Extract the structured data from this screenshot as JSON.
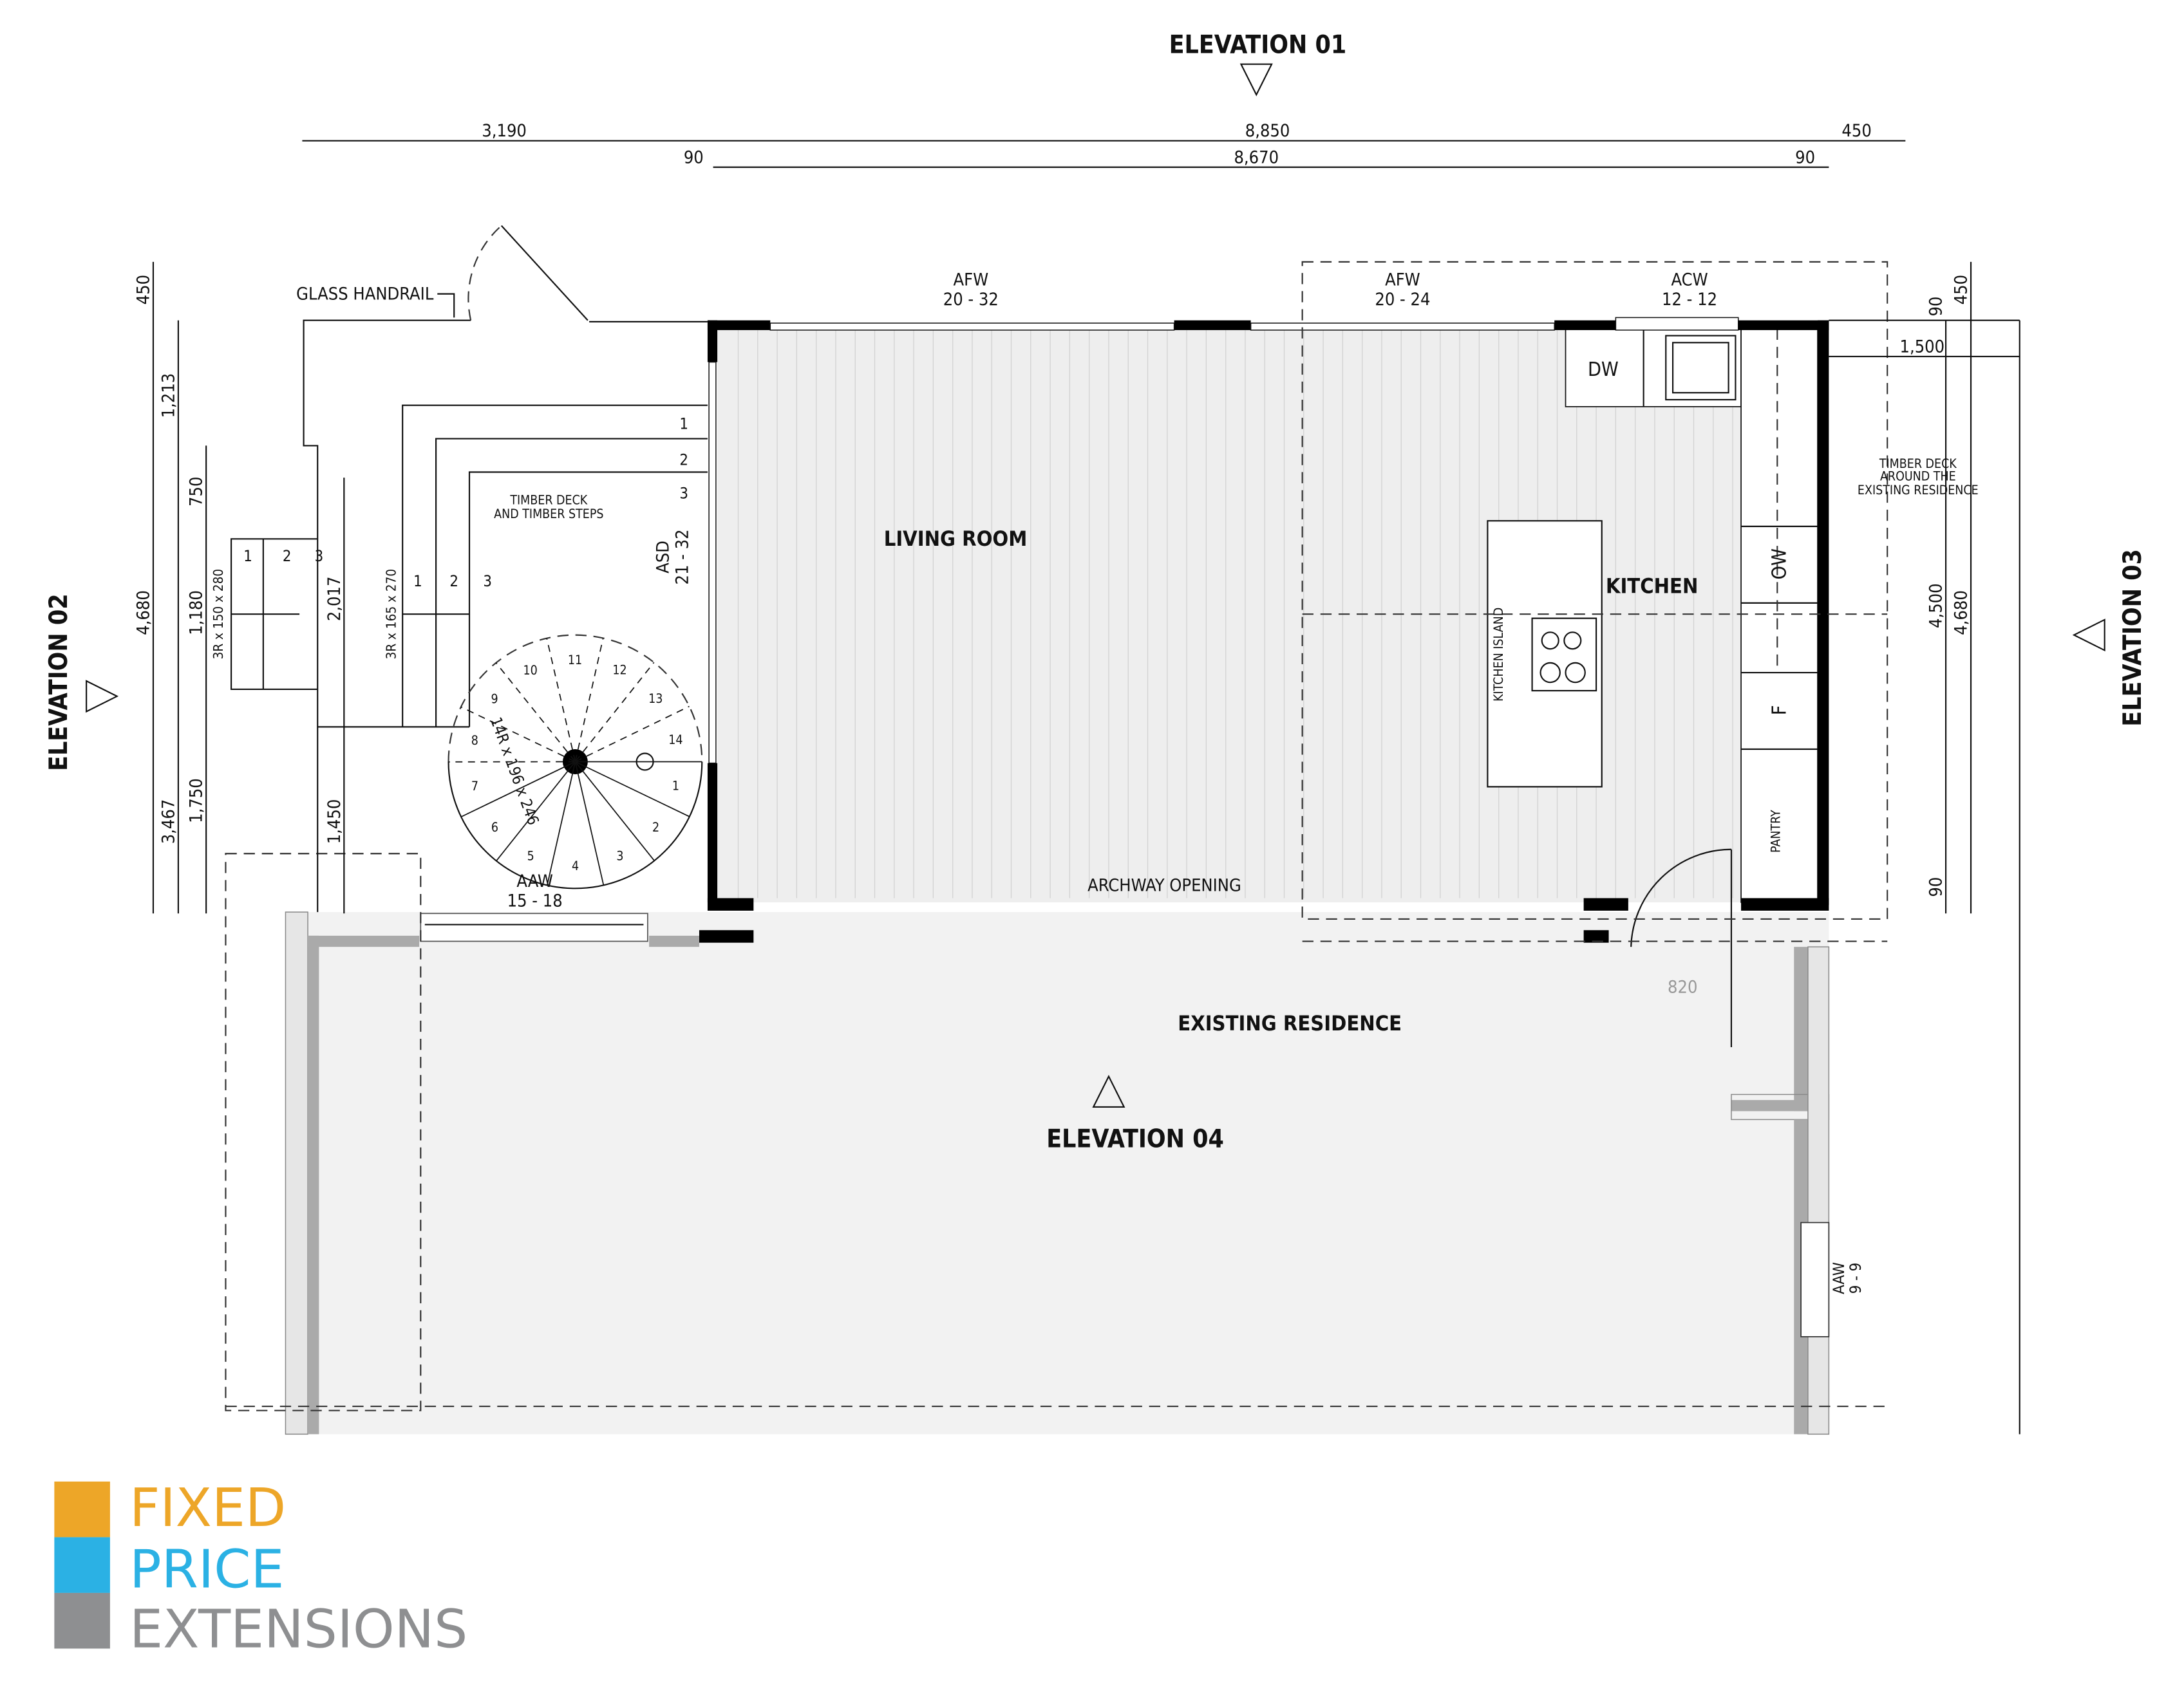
{
  "elevations": {
    "e01": "ELEVATION 01",
    "e02": "ELEVATION 02",
    "e03": "ELEVATION 03",
    "e04": "ELEVATION 04"
  },
  "dimensions": {
    "top_row1": [
      "3,190",
      "8,850",
      "450"
    ],
    "top_row2": [
      "90",
      "8,670",
      "90"
    ],
    "left": [
      "450",
      "4,680",
      "1,213",
      "3,467",
      "750",
      "1,180",
      "1,750",
      "2,017",
      "1,450"
    ],
    "right": [
      "90",
      "4,500",
      "90",
      "450",
      "4,680",
      "1,500"
    ]
  },
  "windows": {
    "afw1": {
      "type": "AFW",
      "size": "20 - 32"
    },
    "afw2": {
      "type": "AFW",
      "size": "20 - 24"
    },
    "acw": {
      "type": "ACW",
      "size": "12 - 12"
    },
    "asd": {
      "type": "ASD",
      "size": "21 - 32"
    },
    "aaw1": {
      "type": "AAW",
      "size": "15 - 18"
    },
    "aaw2": {
      "type": "AAW",
      "size": "9 - 9"
    }
  },
  "rooms": {
    "living": "LIVING ROOM",
    "kitchen": "KITCHEN",
    "existing": "EXISTING RESIDENCE",
    "archway": "ARCHWAY OPENING",
    "island": "KITCHEN ISLAND",
    "dw": "DW",
    "ow": "OW",
    "f": "F",
    "pantry": "PANTRY",
    "door_width": "820"
  },
  "notes": {
    "glass_handrail": "GLASS HANDRAIL",
    "timber_deck_1": "TIMBER DECK",
    "timber_deck_2": "AND TIMBER STEPS",
    "deck_around_1": "TIMBER DECK",
    "deck_around_2": "AROUND THE",
    "deck_around_3": "EXISTING RESIDENCE",
    "steps_a": "3R x 150 x 280",
    "steps_b": "3R x 165 x 270",
    "spiral": "14R x 196 x 246"
  },
  "step_numbers": {
    "a": [
      "1",
      "2",
      "3"
    ],
    "b": [
      "1",
      "2",
      "3"
    ],
    "deck": [
      "1",
      "2",
      "3"
    ],
    "spiral": [
      "1",
      "2",
      "3",
      "4",
      "5",
      "6",
      "7",
      "8",
      "9",
      "10",
      "11",
      "12",
      "13",
      "14"
    ]
  },
  "logo": {
    "line1": "FIXED",
    "line2": "PRICE",
    "line3": "EXTENSIONS",
    "colors": {
      "orange": "#EDA628",
      "blue": "#2BB1E4",
      "gray": "#8E8F91"
    }
  }
}
